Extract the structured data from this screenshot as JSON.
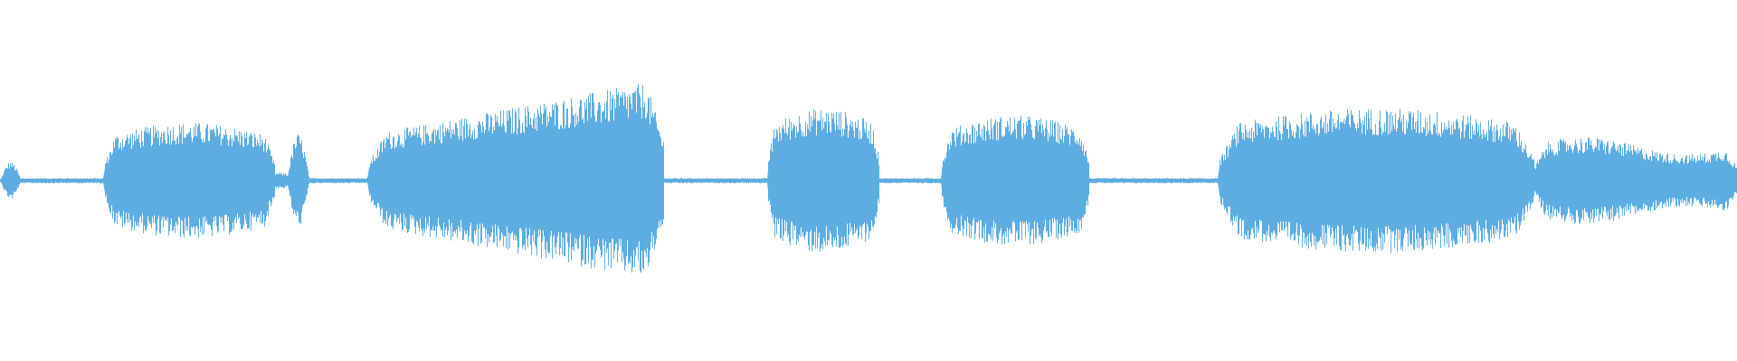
{
  "waveform": {
    "color": "#5DADE2",
    "background": "#FFFFFF",
    "duration_fraction_segments": [
      {
        "start": 0.0,
        "end": 0.012,
        "level": 0.13,
        "kind": "blip"
      },
      {
        "start": 0.012,
        "end": 0.06,
        "level": 0.02,
        "kind": "silence"
      },
      {
        "start": 0.06,
        "end": 0.158,
        "level": 0.4,
        "kind": "voiced"
      },
      {
        "start": 0.158,
        "end": 0.178,
        "level": 0.36,
        "kind": "voiced-tail"
      },
      {
        "start": 0.178,
        "end": 0.212,
        "level": 0.02,
        "kind": "silence"
      },
      {
        "start": 0.212,
        "end": 0.382,
        "level": 0.7,
        "kind": "voiced-rising"
      },
      {
        "start": 0.382,
        "end": 0.442,
        "level": 0.02,
        "kind": "silence"
      },
      {
        "start": 0.442,
        "end": 0.506,
        "level": 0.5,
        "kind": "voiced"
      },
      {
        "start": 0.506,
        "end": 0.542,
        "level": 0.02,
        "kind": "silence"
      },
      {
        "start": 0.542,
        "end": 0.627,
        "level": 0.45,
        "kind": "voiced"
      },
      {
        "start": 0.627,
        "end": 0.702,
        "level": 0.02,
        "kind": "silence"
      },
      {
        "start": 0.702,
        "end": 0.883,
        "level": 0.5,
        "kind": "voiced"
      },
      {
        "start": 0.883,
        "end": 1.0,
        "level": 0.3,
        "kind": "voiced-low"
      }
    ]
  }
}
